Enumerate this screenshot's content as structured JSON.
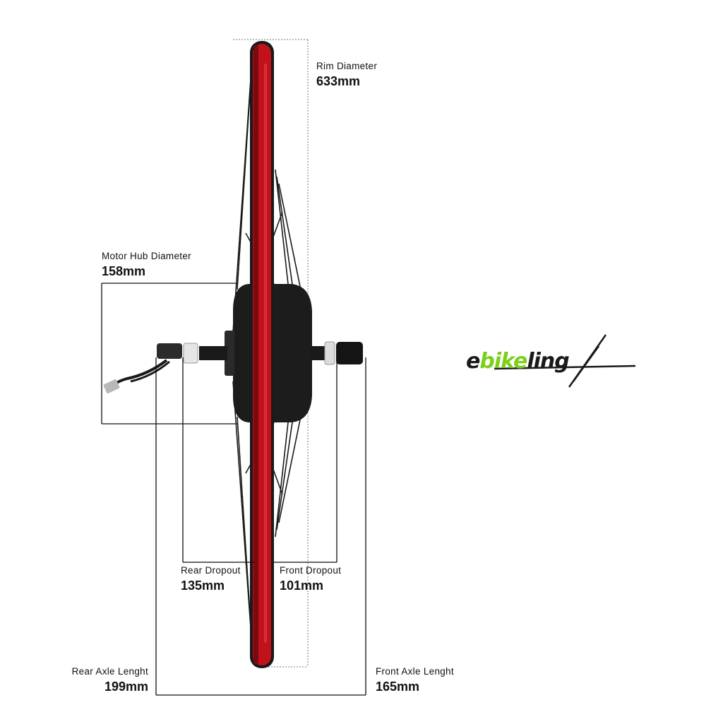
{
  "measurements": {
    "rim_diameter": {
      "name": "Rim Diameter",
      "value": "633mm"
    },
    "motor_hub_diameter": {
      "name": "Motor Hub Diameter",
      "value": "158mm"
    },
    "rear_dropout": {
      "name": "Rear Dropout",
      "value": "135mm"
    },
    "front_dropout": {
      "name": "Front Dropout",
      "value": "101mm"
    },
    "rear_axle_length": {
      "name": "Rear Axle Lenght",
      "value": "199mm"
    },
    "front_axle_length": {
      "name": "Front Axle Lenght",
      "value": "165mm"
    }
  },
  "logo": {
    "part1": "e",
    "part2": "bike",
    "part3": "ling"
  },
  "colors": {
    "rim": "#c1121c",
    "rim_dark": "#7a0a10",
    "hub": "#1c1c1c",
    "logo_green": "#7ccf1a",
    "logo_dark": "#1a1a1a",
    "lines": "#111111"
  }
}
